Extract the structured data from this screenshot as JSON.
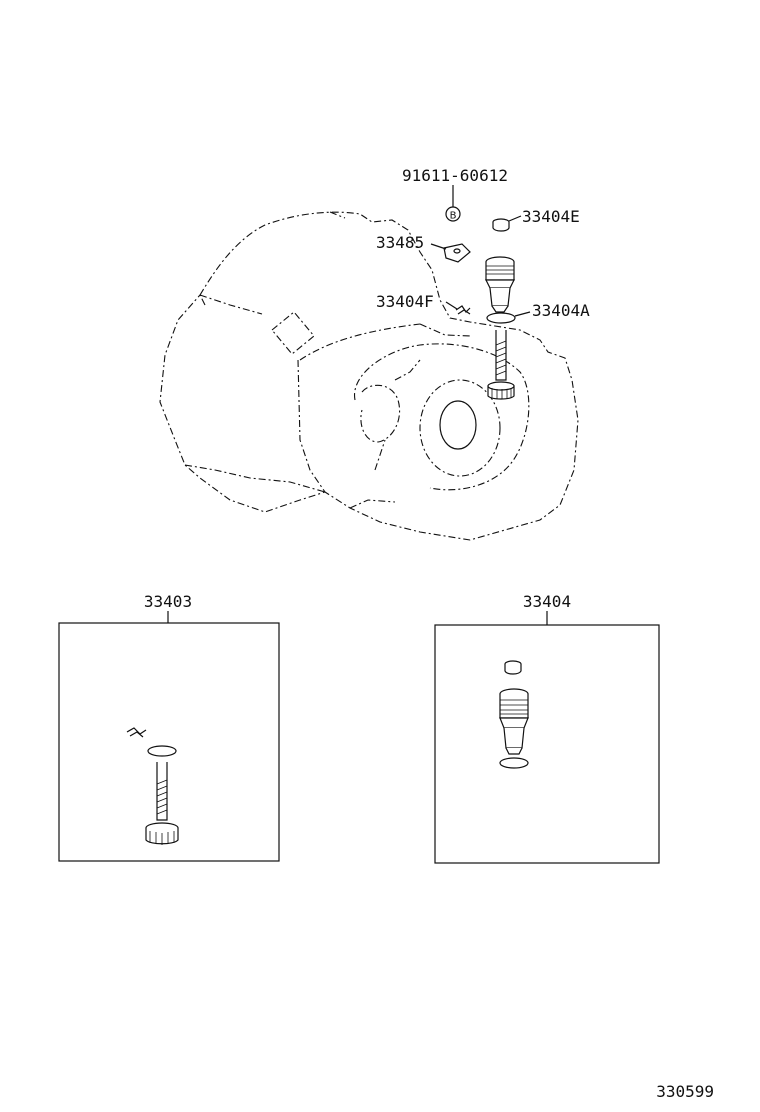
{
  "callouts": {
    "bolt": "91611-60612",
    "cap": "33404E",
    "clamp": "33485",
    "clip": "33404F",
    "sleeve": "33404A",
    "bolt_marker": "B"
  },
  "kits": {
    "left_title": "33403",
    "right_title": "33404"
  },
  "footer": {
    "code": "330599"
  }
}
